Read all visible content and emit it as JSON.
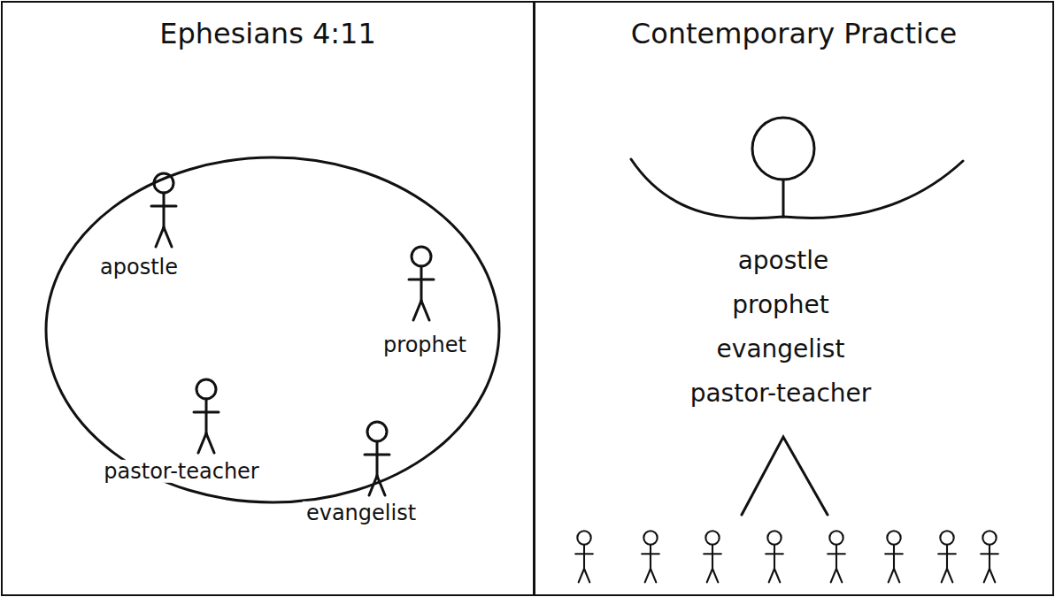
{
  "diagram": {
    "nodes": [
      {
        "text": [
          "Ephesians 4:11"
        ]
      },
      {
        "text": [
          "Contemporary Practice"
        ]
      }
    ],
    "labels": [
      "apostle",
      "prophet",
      "pastor-teacher",
      "evangelist",
      "apostle",
      "prophet",
      "evangelist",
      "pastor-teacher"
    ]
  }
}
